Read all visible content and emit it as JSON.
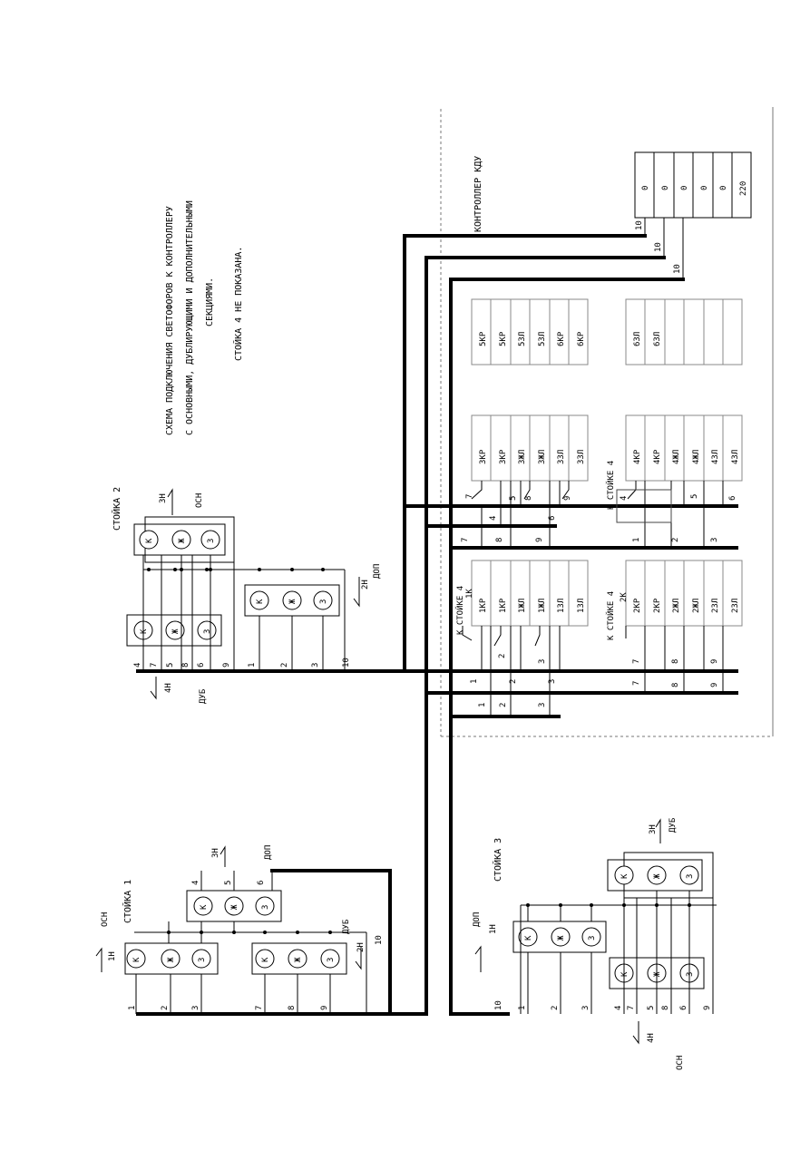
{
  "description": {
    "line1": "СХЕМА ПОДКЛЮЧЕНИЯ СВЕТОФОРОВ К КОНТРОЛЛЕРУ",
    "line2": "С ОСНОВНЫМИ, ДУБЛИРУЮЩИМИ И ДОПОЛНИТЕЛЬНЫМИ",
    "line3": "СЕКЦИЯМИ.",
    "line4": "СТОЙКА 4 НЕ ПОКАЗАНА."
  },
  "controller": {
    "title": "КОНТРОЛЛЕР КДУ",
    "power_cells": [
      "0",
      "0",
      "0",
      "0",
      "0",
      "220"
    ],
    "common_labels": [
      "10",
      "10",
      "10"
    ],
    "block_a": {
      "cells": [
        "1КР",
        "1КР",
        "1ЖЛ",
        "1ЖЛ",
        "1ЗЛ",
        "1ЗЛ"
      ],
      "caption_stand": "К СТОЙКЕ 4",
      "caption_num": "1К"
    },
    "block_b": {
      "cells": [
        "2КР",
        "2КР",
        "2ЖЛ",
        "2ЖЛ",
        "2ЗЛ",
        "2ЗЛ"
      ],
      "caption_stand": "К СТОЙКЕ 4",
      "caption_num": "2К"
    },
    "block_c": {
      "cells": [
        "3КР",
        "3КР",
        "3ЖЛ",
        "3ЖЛ",
        "3ЗЛ",
        "3ЗЛ"
      ]
    },
    "block_d": {
      "cells": [
        "4КР",
        "4КР",
        "4ЖЛ",
        "4ЖЛ",
        "4ЗЛ",
        "4ЗЛ"
      ],
      "caption_stand": "К СТОЙКЕ 4"
    },
    "block_e": {
      "cells": [
        "5КР",
        "5КР",
        "5ЗЛ",
        "5ЗЛ",
        "6КР",
        "6КР"
      ]
    },
    "block_f": {
      "cells": [
        "6ЗЛ",
        "6ЗЛ",
        "",
        "",
        "",
        ""
      ]
    },
    "wire_nums": [
      "1",
      "2",
      "3",
      "1",
      "2",
      "3",
      "7",
      "8",
      "9",
      "7",
      "8",
      "9",
      "4",
      "5",
      "6",
      "4",
      "5",
      "6",
      "7",
      "8",
      "9",
      "1",
      "2",
      "3",
      "4",
      "5",
      "6"
    ]
  },
  "stand1": {
    "title": "СТОЙКА 1",
    "main": "ОСН",
    "dir1": "1Н",
    "dir2": "2Н",
    "dir3": "3Н",
    "dop": "ДОП",
    "dub": "ДУБ",
    "lamp_k": "К",
    "lamp_zh": "Ж",
    "lamp_z": "З",
    "wires": [
      "1",
      "2",
      "3",
      "7",
      "8",
      "9",
      "4",
      "5",
      "6",
      "10"
    ]
  },
  "stand2": {
    "title": "СТОЙКА 2",
    "main": "ОСН",
    "dir3": "3Н",
    "dir2": "2Н",
    "dir4": "4Н",
    "dop": "ДОП",
    "dub": "ДУБ",
    "lamp_k": "К",
    "lamp_zh": "Ж",
    "lamp_z": "З",
    "wires": [
      "4",
      "7",
      "5",
      "8",
      "6",
      "9",
      "1",
      "2",
      "3",
      "10"
    ]
  },
  "stand3": {
    "title": "СТОЙКА 3",
    "main": "ОСН",
    "dir1": "1Н",
    "dir3": "3Н",
    "dir4": "4Н",
    "dop": "ДОП",
    "dub": "ДУБ",
    "lamp_k": "К",
    "lamp_zh": "Ж",
    "lamp_z": "З",
    "wires": [
      "10",
      "1",
      "2",
      "3",
      "4",
      "7",
      "5",
      "8",
      "6",
      "9"
    ]
  }
}
